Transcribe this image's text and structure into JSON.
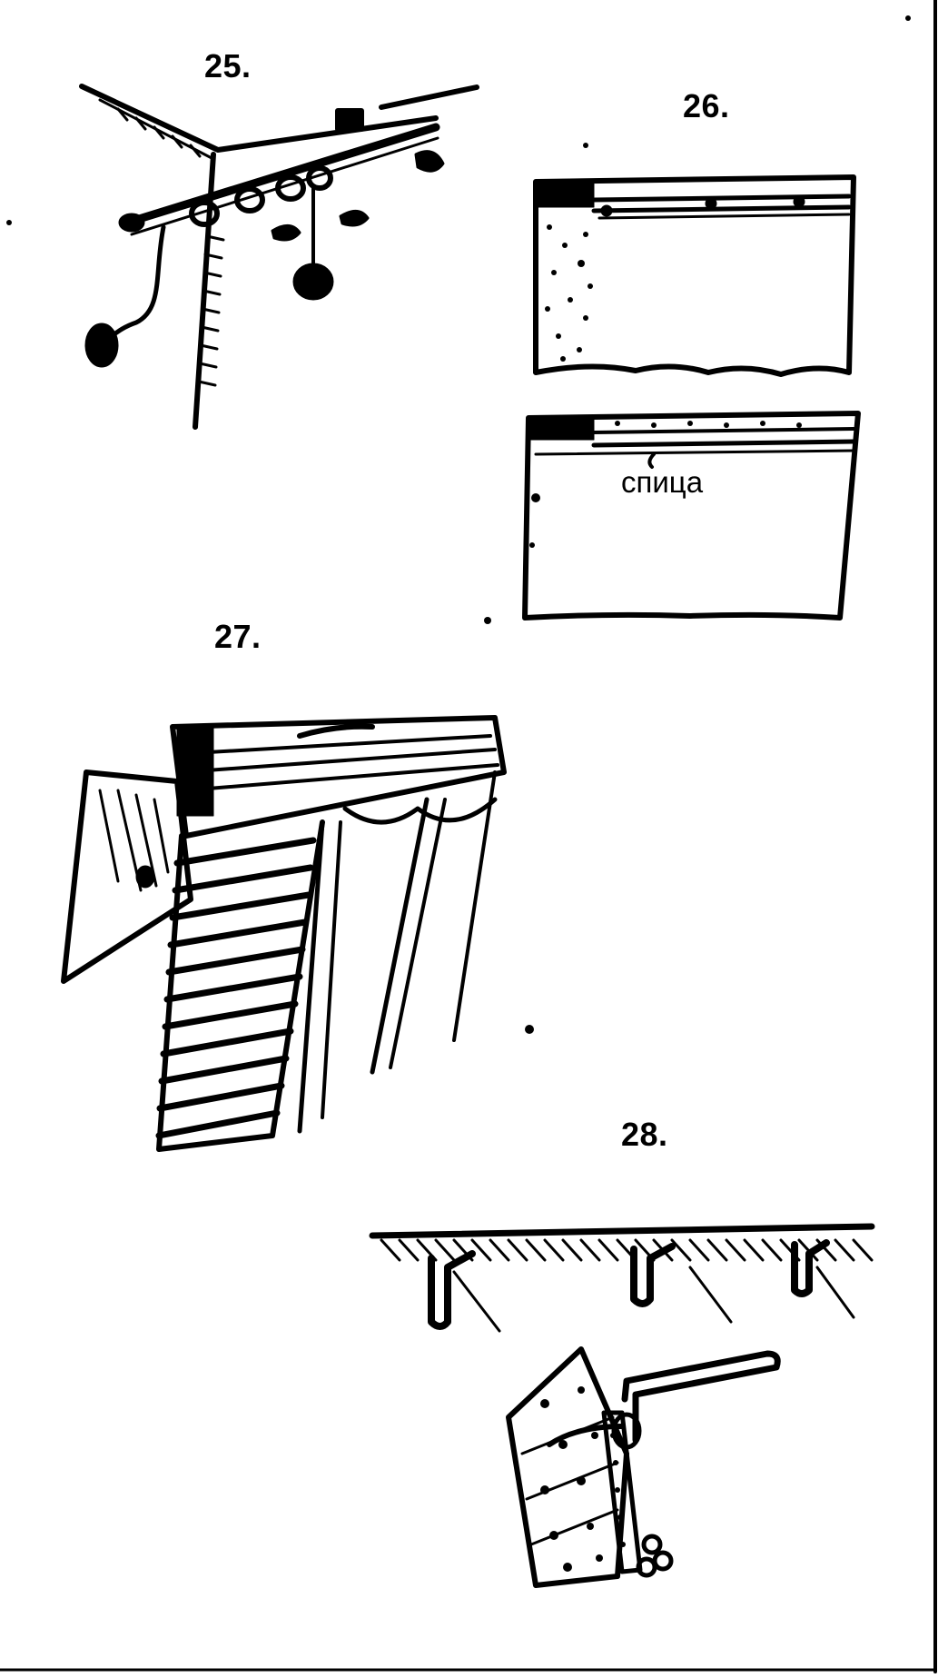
{
  "figures": [
    {
      "number": "25."
    },
    {
      "number": "26.",
      "label": "спица"
    },
    {
      "number": "27."
    },
    {
      "number": "28."
    }
  ],
  "colors": {
    "ink": "#000000",
    "paper": "#ffffff"
  }
}
